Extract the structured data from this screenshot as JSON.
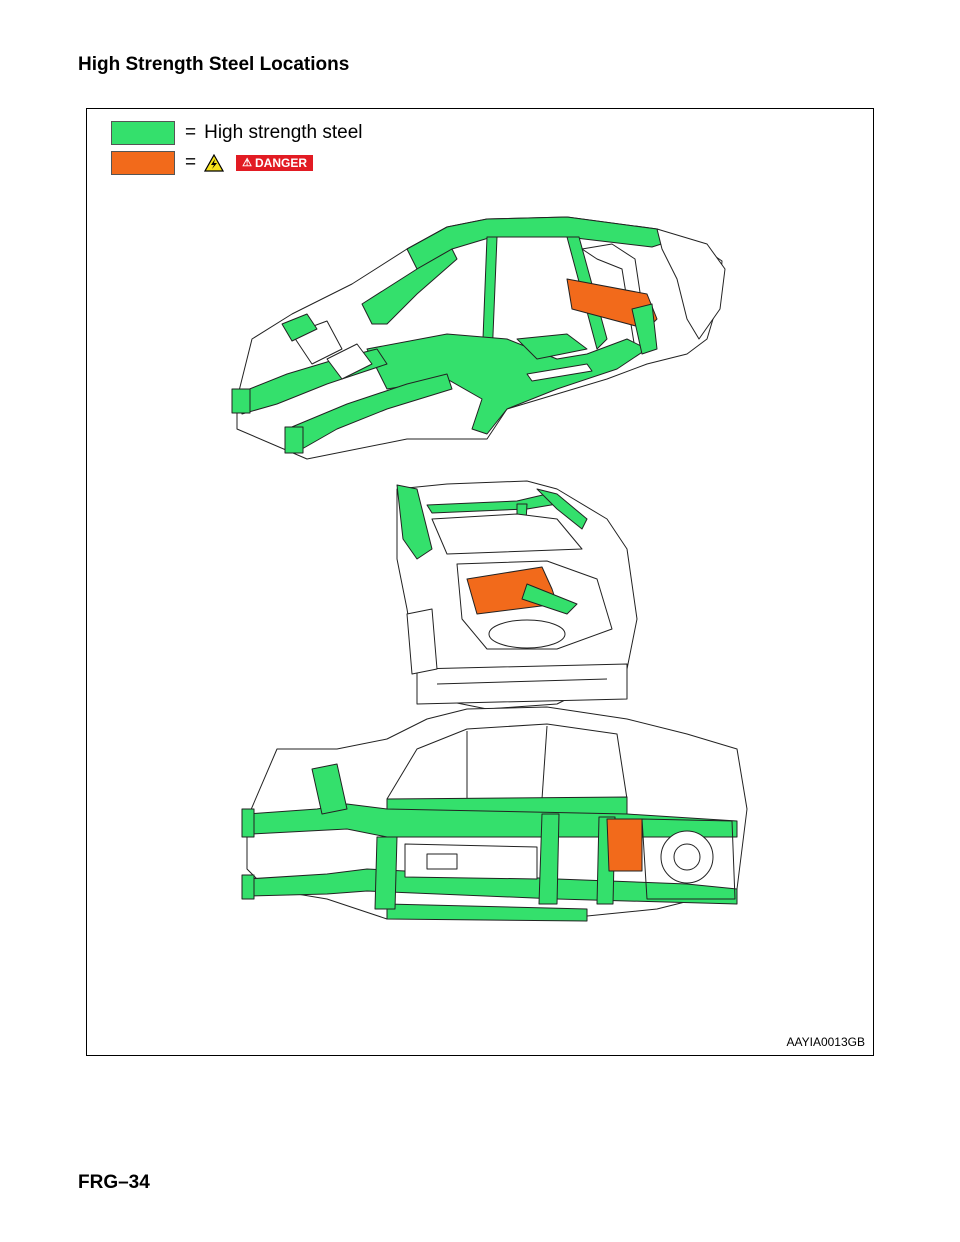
{
  "page": {
    "title": "High Strength Steel Locations",
    "footer": "FRG–34"
  },
  "legend": {
    "high_strength_label": "High strength steel",
    "equals": "=",
    "danger_label": "DANGER",
    "colors": {
      "green": "#34e06c",
      "orange": "#f26a1b",
      "danger_red": "#e21b23",
      "warn_yellow": "#f7e31a"
    }
  },
  "figure": {
    "code": "AAYIA0013GB"
  }
}
